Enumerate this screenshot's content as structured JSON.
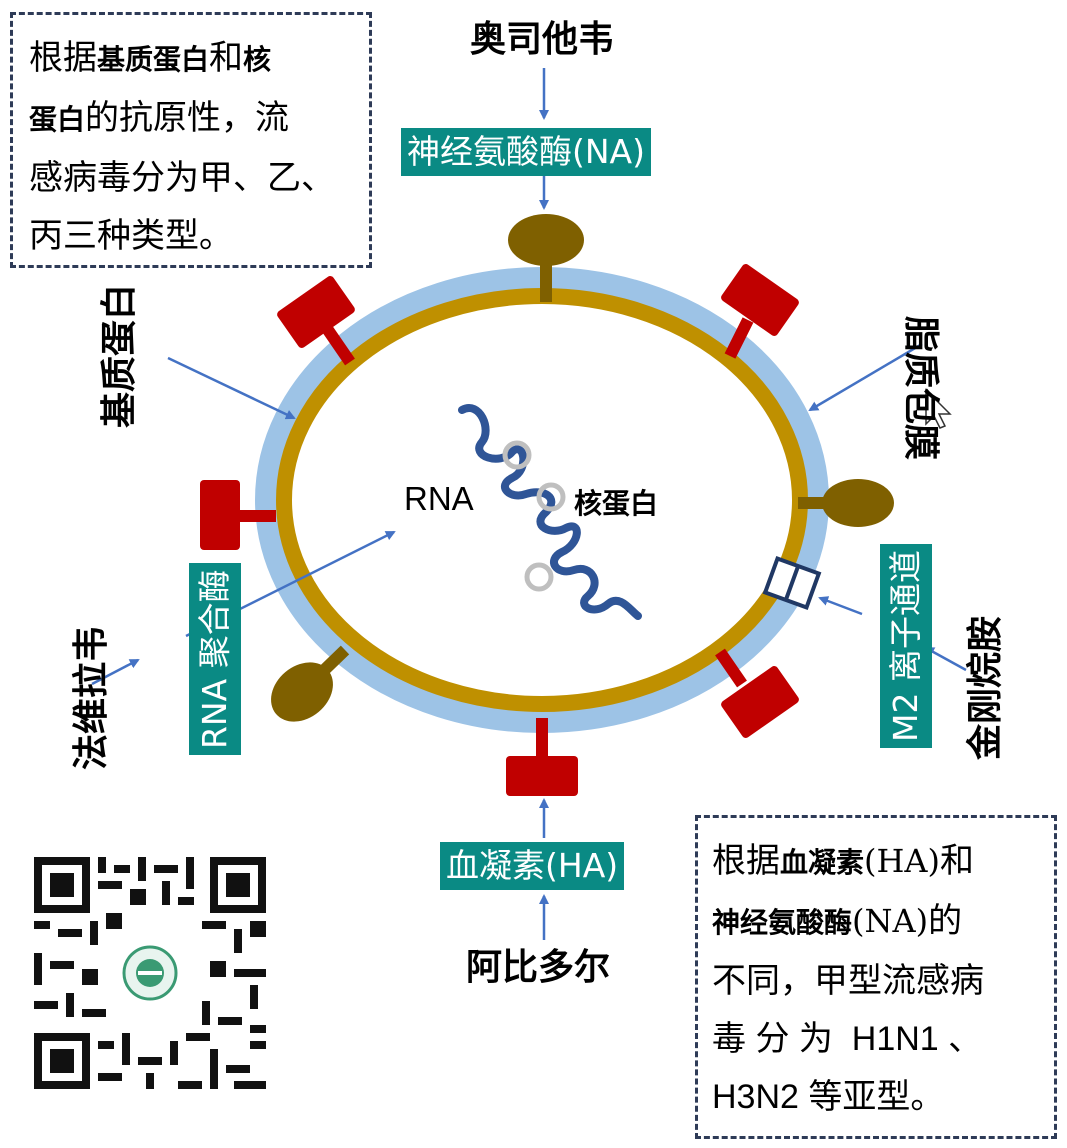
{
  "note_top_left": {
    "part1": "根据",
    "bold1": "基质蛋白",
    "part2": "和",
    "bold2": "核",
    "bold3": "蛋白",
    "part3": "的抗原性，流",
    "line3": "感病毒分为甲、乙、",
    "line4": "丙三种类型。"
  },
  "note_bottom_right": {
    "part1": "根据",
    "bold1": "血凝素",
    "paren1": "(HA)",
    "part2": "和",
    "bold2": "神经氨酸酶",
    "paren2": "(NA)",
    "part3": "的",
    "line3": "不同，甲型流感病",
    "line4": "毒 分 为  H1N1 、",
    "line5": "H3N2 等亚型。"
  },
  "labels": {
    "drug_top": "奥司他韦",
    "na": "神经氨酸酶(NA)",
    "lipid": "脂质包膜",
    "matrix": "基质蛋白",
    "rna": "RNA",
    "nucleoprotein": "核蛋白",
    "rna_polymerase": "RNA 聚合酶",
    "favipiravir": "法维拉韦",
    "m2": "M2 离子通道",
    "amantadine": "金刚烷胺",
    "ha": "血凝素(HA)",
    "drug_bottom": "阿比多尔"
  },
  "colors": {
    "teal": "#0a8a84",
    "envelope_outer": "#9dc3e6",
    "envelope_inner": "#bf9000",
    "ha_red": "#c00000",
    "na_brown": "#7f6000",
    "rna_blue": "#2f5597",
    "arrow_blue": "#4472c4",
    "border_dash": "#2e3b57"
  },
  "icons": [
    "cursor-arrow-icon",
    "qr-code-icon",
    "seal-logo-icon"
  ]
}
